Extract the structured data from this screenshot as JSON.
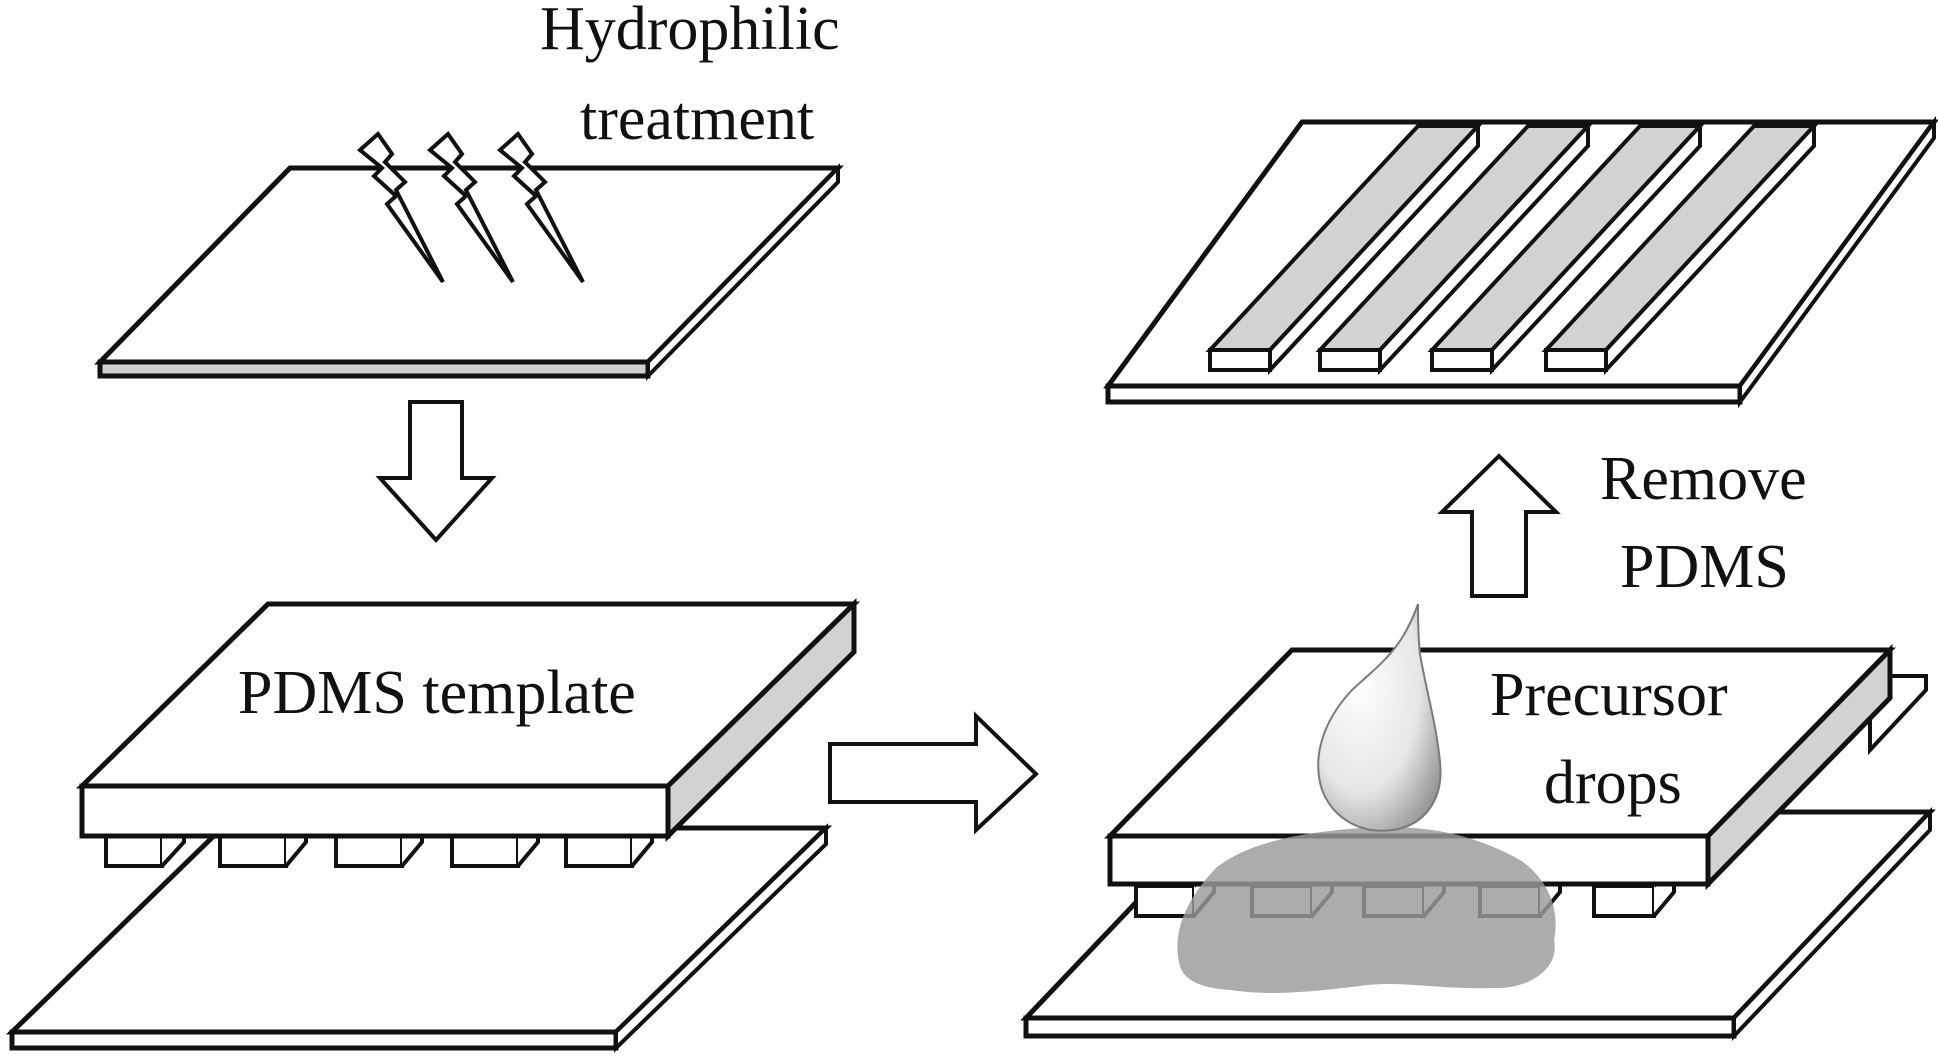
{
  "labels": {
    "hydrophilic_line1": "Hydrophilic",
    "hydrophilic_line2": "treatment",
    "pdms_template": "PDMS template",
    "remove_line1": "Remove",
    "remove_line2": "PDMS",
    "precursor_line1": "Precursor",
    "precursor_line2": "drops"
  },
  "colors": {
    "stroke": "#111111",
    "substrate_edge": "#cfcfcf",
    "stripe_fill": "#d2d2d2",
    "precursor_blob": "#9a9a9a"
  }
}
